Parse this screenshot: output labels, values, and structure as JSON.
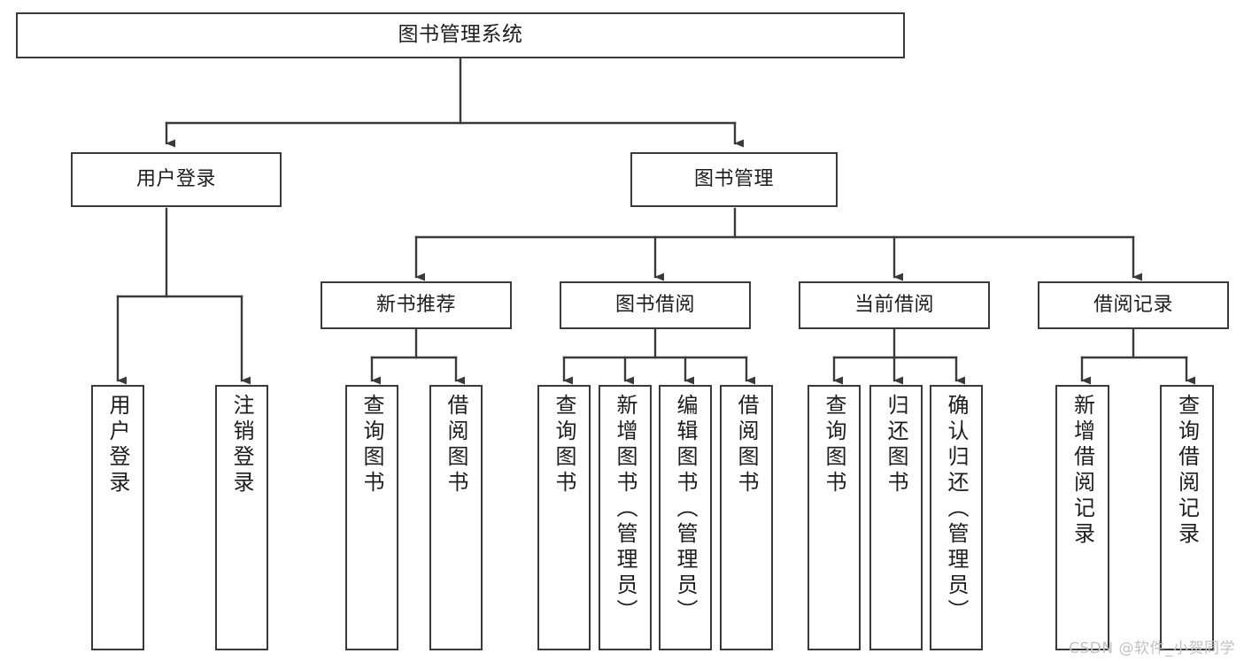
{
  "diagram": {
    "title": "图书管理系统",
    "type": "tree",
    "watermark": "CSDN @软件_小贺同学",
    "colors": {
      "stroke": "#3a3a3a",
      "fill": "#ffffff",
      "text": "#1d1d1d",
      "watermark": "#c2c2c2"
    },
    "levels": {
      "root": {
        "label": "图书管理系统"
      },
      "level2": [
        {
          "id": "user-login",
          "label": "用户登录"
        },
        {
          "id": "book-management",
          "label": "图书管理"
        }
      ],
      "level3": [
        {
          "id": "new-book-recommend",
          "label": "新书推荐",
          "parent": "book-management"
        },
        {
          "id": "book-borrow",
          "label": "图书借阅",
          "parent": "book-management"
        },
        {
          "id": "current-borrow",
          "label": "当前借阅",
          "parent": "book-management"
        },
        {
          "id": "borrow-record",
          "label": "借阅记录",
          "parent": "book-management"
        }
      ],
      "leaves": [
        {
          "id": "leaf-user-login",
          "label": "用户登录",
          "parent": "user-login"
        },
        {
          "id": "leaf-logout-login",
          "label": "注销登录",
          "parent": "user-login"
        },
        {
          "id": "leaf-query-book-1",
          "label": "查询图书",
          "parent": "new-book-recommend"
        },
        {
          "id": "leaf-borrow-book-1",
          "label": "借阅图书",
          "parent": "new-book-recommend"
        },
        {
          "id": "leaf-query-book-2",
          "label": "查询图书",
          "parent": "book-borrow"
        },
        {
          "id": "leaf-add-book",
          "label": "新增图书（管理员）",
          "parent": "book-borrow"
        },
        {
          "id": "leaf-edit-book",
          "label": "编辑图书（管理员）",
          "parent": "book-borrow"
        },
        {
          "id": "leaf-borrow-book-2",
          "label": "借阅图书",
          "parent": "book-borrow"
        },
        {
          "id": "leaf-query-book-3",
          "label": "查询图书",
          "parent": "current-borrow"
        },
        {
          "id": "leaf-return-book",
          "label": "归还图书",
          "parent": "current-borrow"
        },
        {
          "id": "leaf-confirm-return",
          "label": "确认归还（管理员）",
          "parent": "current-borrow"
        },
        {
          "id": "leaf-add-record",
          "label": "新增借阅记录",
          "parent": "borrow-record"
        },
        {
          "id": "leaf-query-record",
          "label": "查询借阅记录",
          "parent": "borrow-record"
        }
      ]
    }
  }
}
